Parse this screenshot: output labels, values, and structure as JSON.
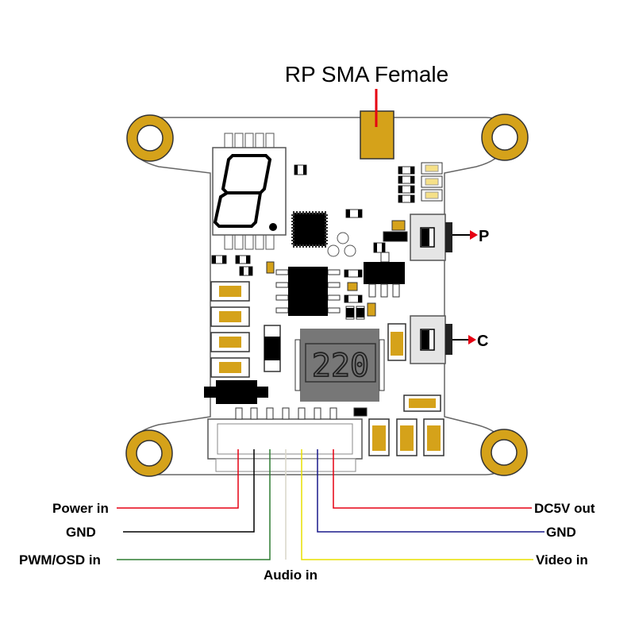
{
  "antenna": {
    "label": "RP SMA Female"
  },
  "buttons": {
    "p_label": "P",
    "c_label": "C",
    "arrow_color": "#e60012"
  },
  "display": {
    "digit": "8.",
    "inductor_code": "220"
  },
  "pins": {
    "left": [
      {
        "label": "Power in",
        "color": "#e60012"
      },
      {
        "label": "GND",
        "color": "#000000"
      },
      {
        "label": "PWM/OSD  in",
        "color": "#2e7d32"
      }
    ],
    "bottom": [
      {
        "label": "Audio in",
        "color": "#d8d6c8"
      }
    ],
    "right": [
      {
        "label": "DC5V  out",
        "color": "#e60012"
      },
      {
        "label": "GND",
        "color": "#1a1a8c"
      },
      {
        "label": "Video  in",
        "color": "#e8e000"
      }
    ]
  },
  "colors": {
    "board": "#ffffff",
    "gold": "#d5a21a",
    "chip": "#000000",
    "outline": "#555555"
  }
}
